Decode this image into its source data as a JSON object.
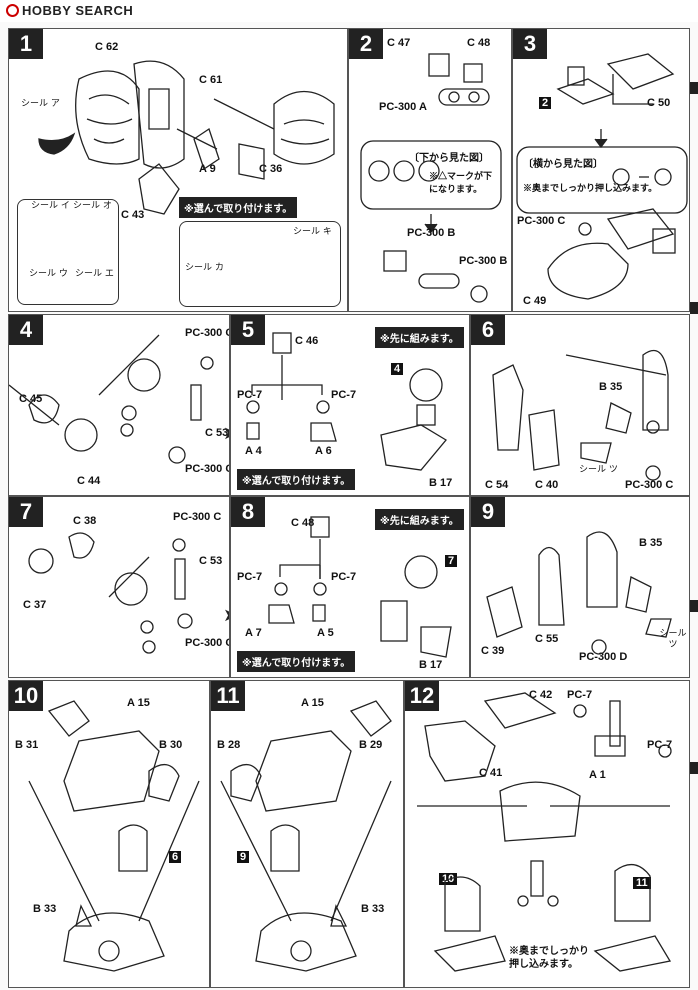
{
  "site": {
    "logo": "HOBBY SEARCH"
  },
  "steps": {
    "s1": {
      "no": "1",
      "parts": [
        "C 62",
        "C 61",
        "C 36",
        "C 43"
      ],
      "a9": "A 9",
      "sticker_a": "シール ア",
      "sticker_i": "シール イ",
      "sticker_o": "シール オ",
      "sticker_u": "シール ウ",
      "sticker_e": "シール エ",
      "sticker_ki": "シール キ",
      "sticker_ka": "シール カ",
      "note": "※選んで取り付けます。"
    },
    "s2": {
      "no": "2",
      "c47": "C 47",
      "c48": "C 48",
      "pc300a": "PC-300 A",
      "view": "〔下から見た図〕",
      "mark": "※△マークが下になります。",
      "pc300b": "PC-300 B",
      "pc300b2": "PC-300 B"
    },
    "s3": {
      "no": "3",
      "b2": "2",
      "c50": "C 50",
      "view": "〔横から見た図〕",
      "note": "※奥までしっかり押し込みます。",
      "pc300c": "PC-300 C",
      "c49": "C 49"
    },
    "s4": {
      "no": "4",
      "c45": "C 45",
      "c44": "C 44",
      "pc300c1": "PC-300 C",
      "c53": "C 53",
      "pc300c2": "PC-300 C"
    },
    "s5": {
      "no": "5",
      "c46": "C 46",
      "pc7a": "PC-7",
      "pc7b": "PC-7",
      "a4": "A 4",
      "a6": "A 6",
      "first": "※先に組みます。",
      "ref": "4",
      "b17": "B 17",
      "note": "※選んで取り付けます。"
    },
    "s6": {
      "no": "6",
      "c54": "C 54",
      "c40": "C 40",
      "b35": "B 35",
      "sticker": "シール ツ",
      "pc300c": "PC-300 C"
    },
    "s7": {
      "no": "7",
      "c38": "C 38",
      "c37": "C 37",
      "pc300c1": "PC-300 C",
      "c53": "C 53",
      "pc300c2": "PC-300 C"
    },
    "s8": {
      "no": "8",
      "c48": "C 48",
      "pc7a": "PC-7",
      "pc7b": "PC-7",
      "a7": "A 7",
      "a5": "A 5",
      "first": "※先に組みます。",
      "ref": "7",
      "b17": "B 17",
      "note": "※選んで取り付けます。"
    },
    "s9": {
      "no": "9",
      "c39": "C 39",
      "c55": "C 55",
      "b35": "B 35",
      "pc300d": "PC-300 D",
      "sticker": "シール ツ"
    },
    "s10": {
      "no": "10",
      "a15": "A 15",
      "b31": "B 31",
      "b30": "B 30",
      "ref": "6",
      "b33": "B 33"
    },
    "s11": {
      "no": "11",
      "a15": "A 15",
      "b28": "B 28",
      "b29": "B 29",
      "ref": "9",
      "b33": "B 33"
    },
    "s12": {
      "no": "12",
      "c42": "C 42",
      "c41": "C 41",
      "pc7a": "PC-7",
      "pc7b": "PC-7",
      "a1": "A 1",
      "ref10": "10",
      "ref11": "11",
      "note": "※奥までしっかり押し込みます。"
    }
  }
}
